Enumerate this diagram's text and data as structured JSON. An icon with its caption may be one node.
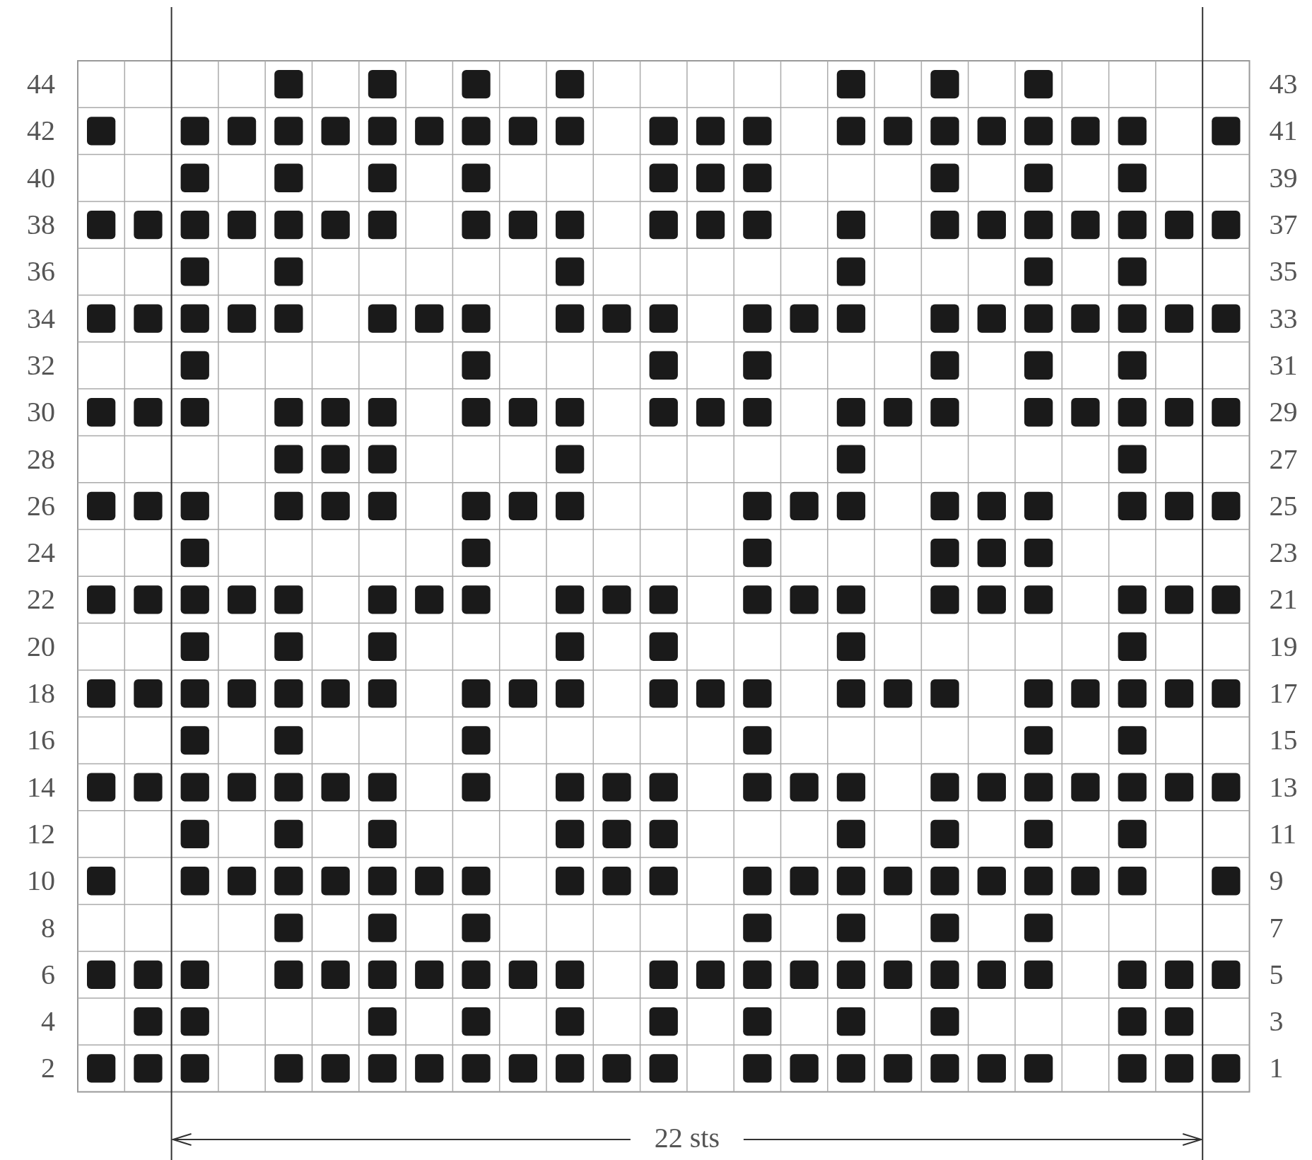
{
  "diagram": {
    "labels": [
      "44",
      "43",
      "42",
      "41",
      "40",
      "39",
      "38",
      "37",
      "36",
      "35",
      "34",
      "33",
      "32",
      "31",
      "30",
      "29",
      "28",
      "27",
      "26",
      "25",
      "24",
      "23",
      "22",
      "21",
      "20",
      "19",
      "18",
      "17",
      "16",
      "15",
      "14",
      "13",
      "12",
      "11",
      "10",
      "9",
      "8",
      "7",
      "6",
      "5",
      "4",
      "3",
      "2",
      "1",
      "22 sts"
    ]
  }
}
